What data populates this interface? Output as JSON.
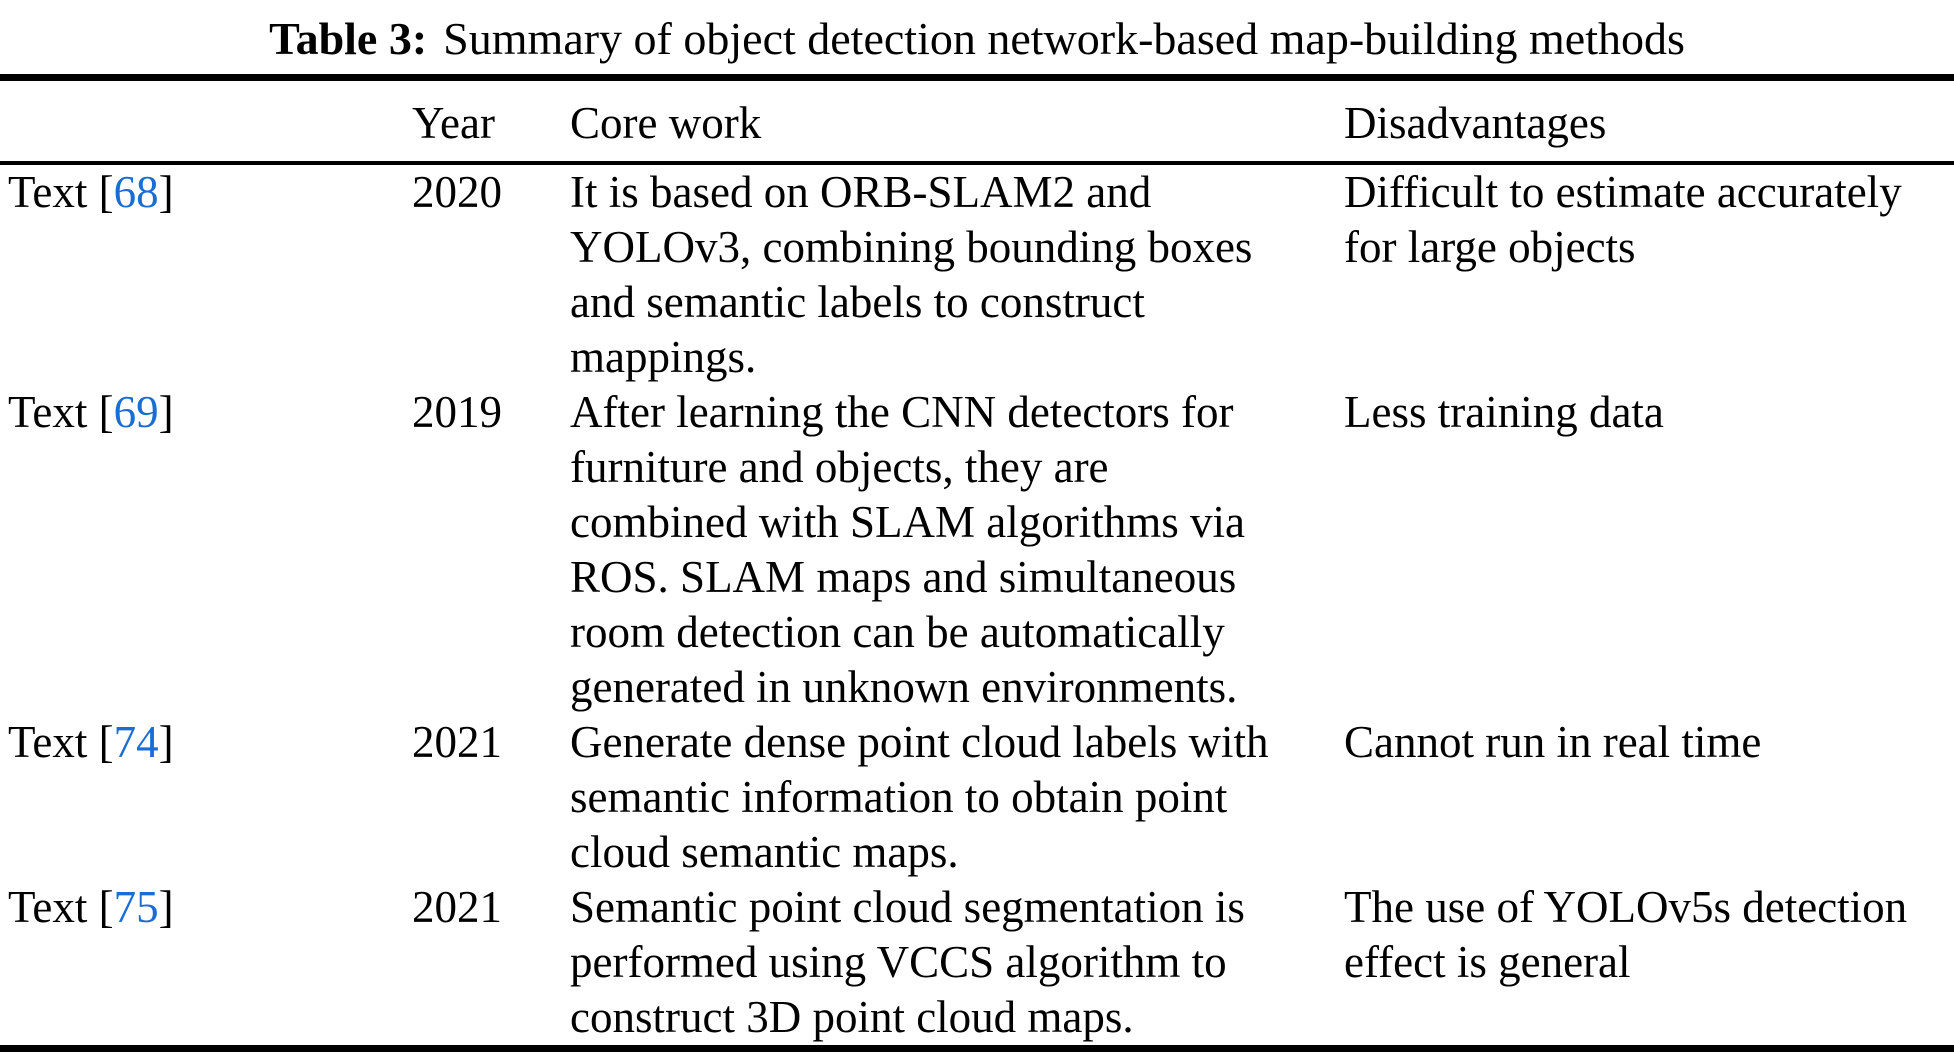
{
  "caption": {
    "label": "Table 3:",
    "text": "Summary of object detection network-based map-building methods"
  },
  "link_color": "#1a6dd2",
  "text_color": "#000000",
  "header": {
    "ref": "",
    "year": "Year",
    "core_work": "Core work",
    "disadvantages": "Disadvantages"
  },
  "rows": [
    {
      "ref_prefix": "Text [",
      "ref_num": "68",
      "ref_suffix": "]",
      "year": "2020",
      "core_work": "It is based on ORB-SLAM2 and\nYOLOv3, combining bounding boxes\nand semantic labels to construct\nmappings.",
      "disadvantages": "Difficult to estimate accurately\nfor large objects"
    },
    {
      "ref_prefix": "Text [",
      "ref_num": "69",
      "ref_suffix": "]",
      "year": "2019",
      "core_work": "After learning the CNN detectors for\nfurniture and objects, they are\ncombined with SLAM algorithms via\nROS. SLAM maps and simultaneous\nroom detection can be automatically\ngenerated in unknown environments.",
      "disadvantages": "Less training data"
    },
    {
      "ref_prefix": "Text [",
      "ref_num": "74",
      "ref_suffix": "]",
      "year": "2021",
      "core_work": "Generate dense point cloud labels with\nsemantic information to obtain point\ncloud semantic maps.",
      "disadvantages": "Cannot run in real time"
    },
    {
      "ref_prefix": "Text [",
      "ref_num": "75",
      "ref_suffix": "]",
      "year": "2021",
      "core_work": "Semantic point cloud segmentation is\nperformed using VCCS algorithm to\nconstruct 3D point cloud maps.",
      "disadvantages": "The use of YOLOv5s detection\neffect is general"
    }
  ]
}
